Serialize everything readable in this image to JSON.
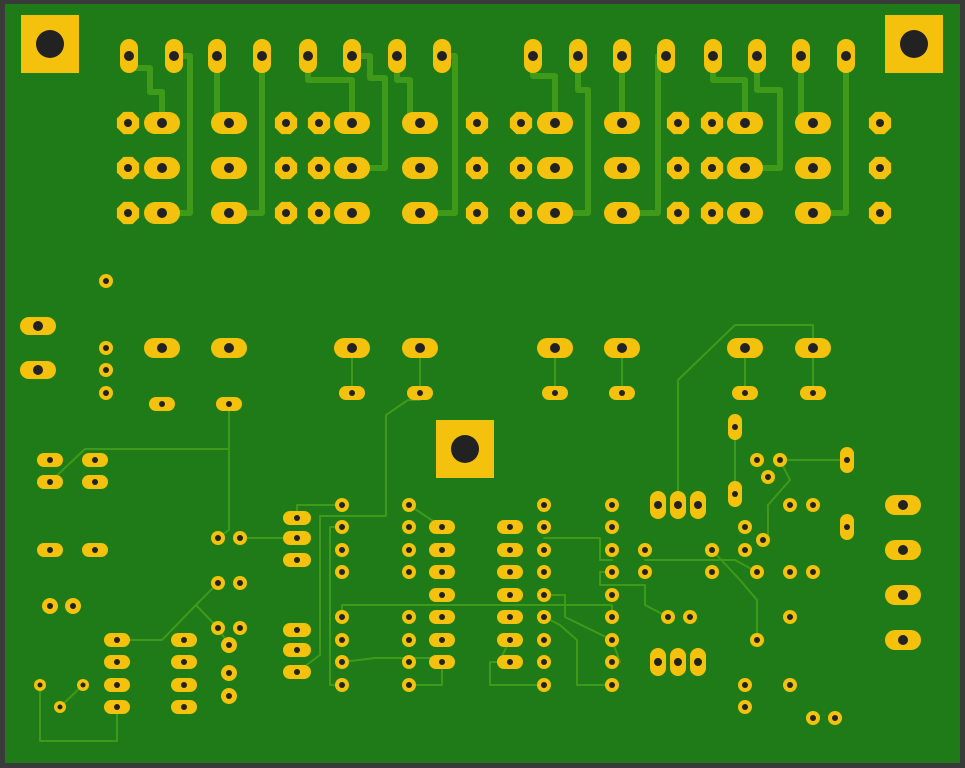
{
  "colors": {
    "frame": "#3a3a3a",
    "board": "#1f7a18",
    "trace": "#3f9a1a",
    "pad": "#f4c20d",
    "drill": "#222222"
  },
  "labels": {
    "mounting_hole": "mounting-hole",
    "header_pin": "header-pin",
    "through_hole_pad": "through-hole-pad",
    "oval_pad": "oval-pad",
    "trace": "copper-trace"
  }
}
